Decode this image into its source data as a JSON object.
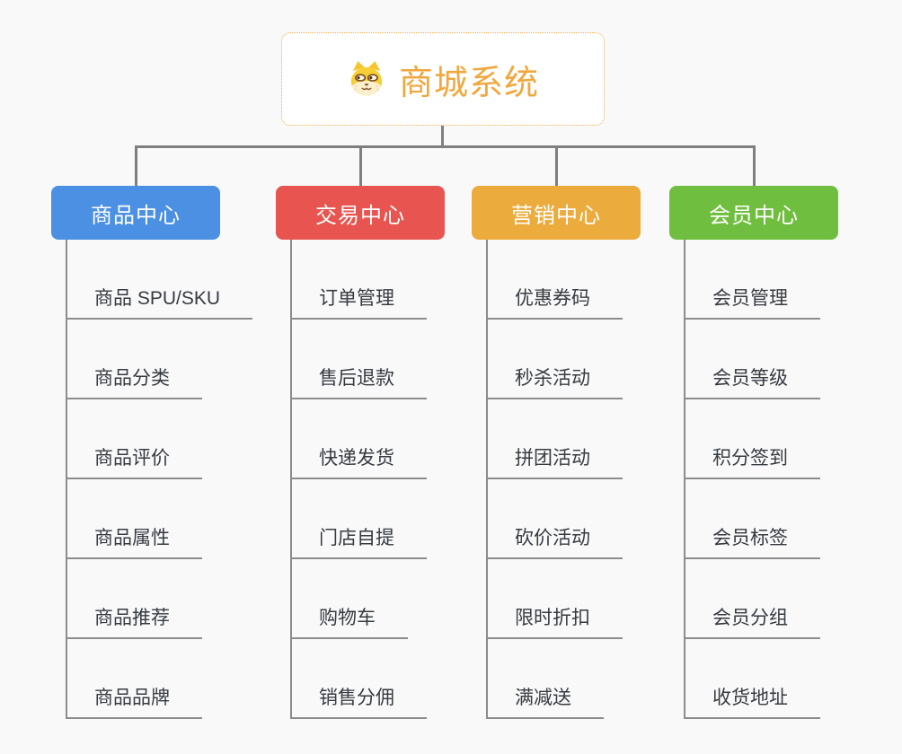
{
  "root": {
    "label": "商城系统",
    "icon": "dog-face-icon"
  },
  "branches": [
    {
      "label": "商品中心",
      "color": "#4B90E2",
      "children": [
        "商品 SPU/SKU",
        "商品分类",
        "商品评价",
        "商品属性",
        "商品推荐",
        "商品品牌"
      ]
    },
    {
      "label": "交易中心",
      "color": "#E85550",
      "children": [
        "订单管理",
        "售后退款",
        "快递发货",
        "门店自提",
        "购物车",
        "销售分佣"
      ]
    },
    {
      "label": "营销中心",
      "color": "#EBAB3D",
      "children": [
        "优惠券码",
        "秒杀活动",
        "拼团活动",
        "砍价活动",
        "限时折扣",
        "满减送"
      ]
    },
    {
      "label": "会员中心",
      "color": "#70BE3F",
      "children": [
        "会员管理",
        "会员等级",
        "积分签到",
        "会员标签",
        "会员分组",
        "收货地址"
      ]
    }
  ],
  "colors": {
    "background": "#F9F9F9",
    "root_text": "#F0A73E",
    "root_border": "#EDAC49",
    "connector": "#7F7F7F",
    "branch_line": "#8C8C8C",
    "leaf_text": "#363B41"
  }
}
